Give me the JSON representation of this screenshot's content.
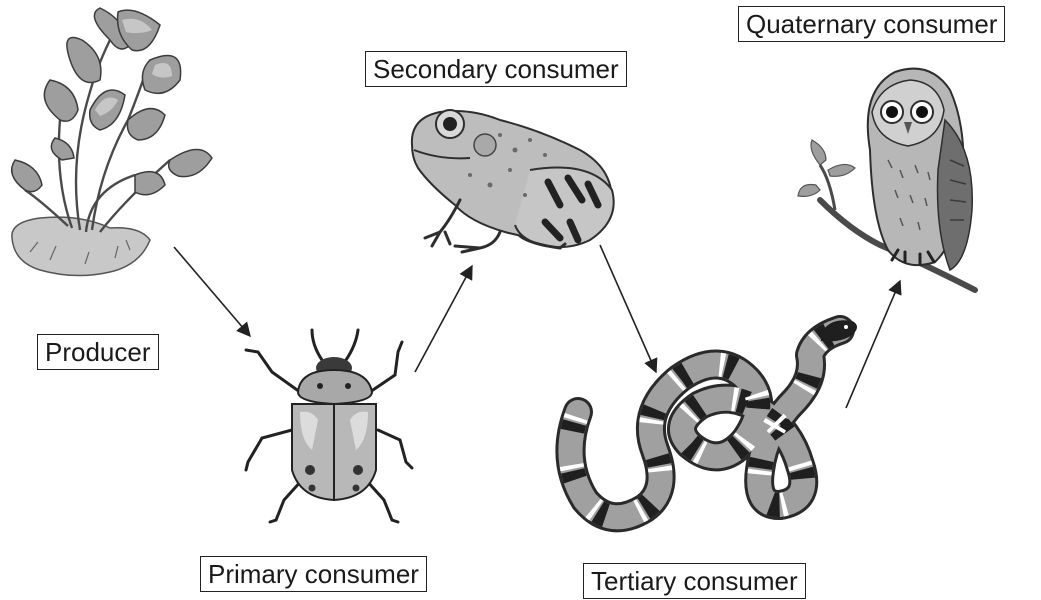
{
  "labels": {
    "producer": "Producer",
    "primary": "Primary consumer",
    "secondary": "Secondary consumer",
    "tertiary": "Tertiary consumer",
    "quaternary": "Quaternary consumer"
  },
  "organisms": [
    "plant",
    "beetle",
    "frog",
    "snake",
    "owl"
  ],
  "colors": {
    "ink": "#222222",
    "light_gray": "#cfcfcf",
    "mid_gray": "#9a9a9a",
    "dark_gray": "#555555"
  }
}
